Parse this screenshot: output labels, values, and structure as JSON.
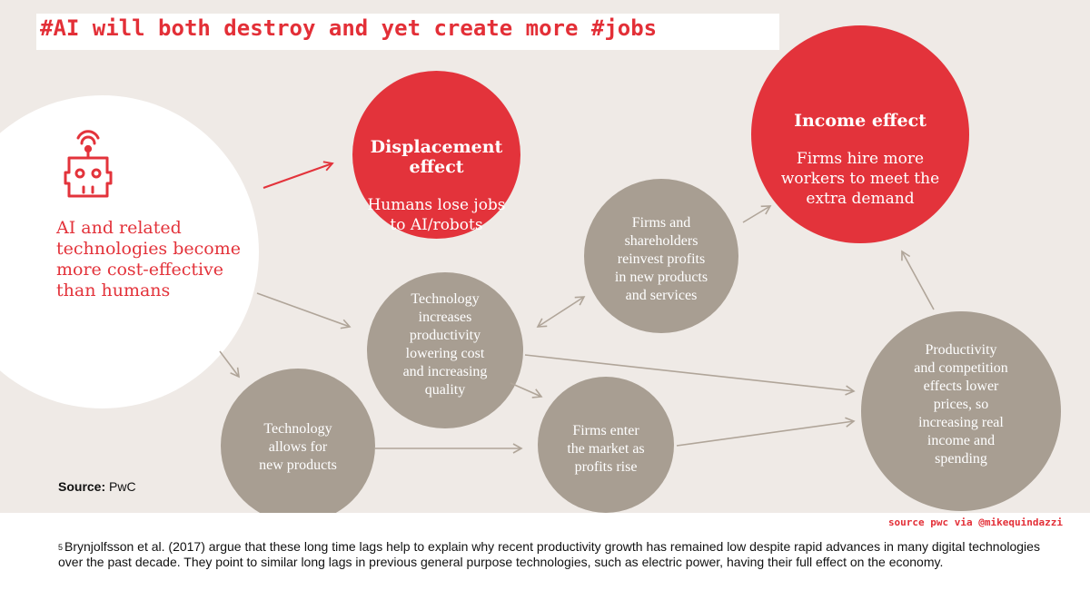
{
  "title": "#AI will both destroy and yet create more #jobs",
  "nodes": {
    "ai": {
      "text": "AI and related\ntechnologies become\nmore cost-effective\nthan humans"
    },
    "displacement": {
      "heading": "Displacement\neffect",
      "body": "Humans lose jobs\nto AI/robots"
    },
    "income": {
      "heading": "Income effect",
      "body": "Firms hire more\nworkers to meet the\nextra demand"
    },
    "reinvest": {
      "text": "Firms and\nshareholders\nreinvest profits\nin new products\nand services"
    },
    "productivity_tech": {
      "text": "Technology\nincreases\nproductivity\nlowering cost\nand increasing\nquality"
    },
    "new_products": {
      "text": "Technology\nallows for\nnew products"
    },
    "market_entry": {
      "text": "Firms enter\nthe market as\nprofits rise"
    },
    "competition": {
      "text": "Productivity\nand competition\neffects lower\nprices, so\nincreasing real\nincome and\nspending"
    }
  },
  "source_note": {
    "label": "Source:",
    "value": "PwC"
  },
  "credit": "source pwc via @mikequindazzi",
  "footnote": {
    "marker": "5",
    "text": "Brynjolfsson et al. (2017) argue that these long time lags help to explain why recent productivity growth has remained low despite rapid advances in many digital technologies over the past decade. They point to similar long lags in previous general purpose technologies, such as electric power, having their full effect on the economy."
  },
  "colors": {
    "red": "#e3333b",
    "grey": "#a89e92",
    "background": "#efeae6",
    "arrow": "#b0a599"
  }
}
